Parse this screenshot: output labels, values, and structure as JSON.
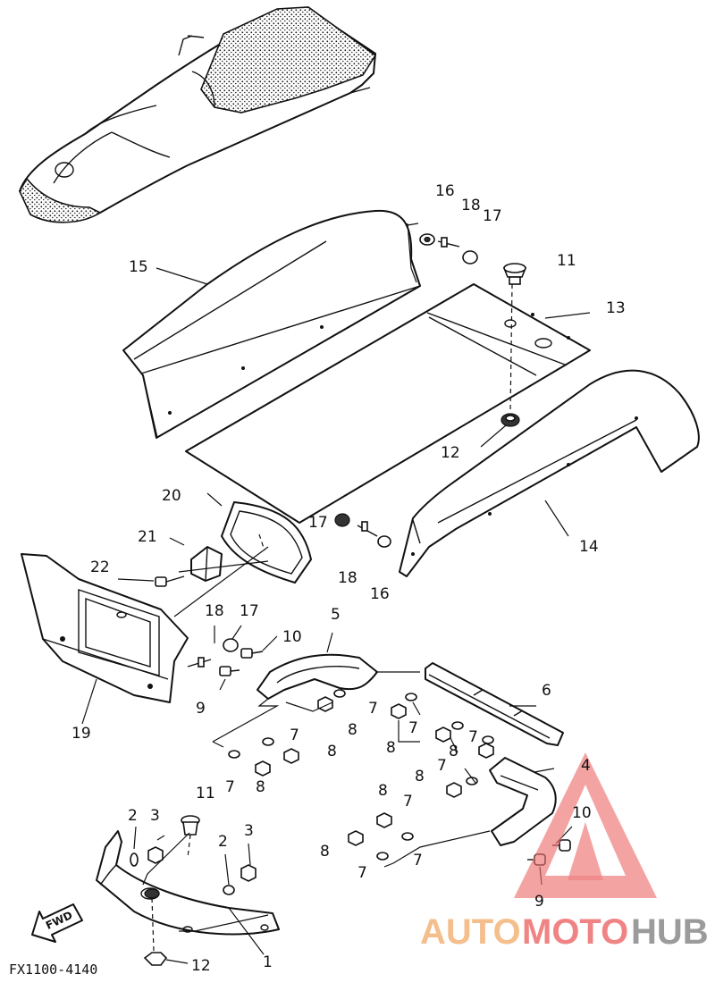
{
  "diagram": {
    "code": "FX1100-4140",
    "fwd_label": "FWD",
    "callouts": [
      {
        "id": "c16a",
        "label": "16"
      },
      {
        "id": "c18a",
        "label": "18"
      },
      {
        "id": "c17a",
        "label": "17"
      },
      {
        "id": "c15",
        "label": "15"
      },
      {
        "id": "c11a",
        "label": "11"
      },
      {
        "id": "c13",
        "label": "13"
      },
      {
        "id": "c12a",
        "label": "12"
      },
      {
        "id": "c14",
        "label": "14"
      },
      {
        "id": "c20",
        "label": "20"
      },
      {
        "id": "c21",
        "label": "21"
      },
      {
        "id": "c22",
        "label": "22"
      },
      {
        "id": "c17b",
        "label": "17"
      },
      {
        "id": "c18b",
        "label": "18"
      },
      {
        "id": "c16b",
        "label": "16"
      },
      {
        "id": "c18c",
        "label": "18"
      },
      {
        "id": "c17c",
        "label": "17"
      },
      {
        "id": "c10a",
        "label": "10"
      },
      {
        "id": "c5",
        "label": "5"
      },
      {
        "id": "c9a",
        "label": "9"
      },
      {
        "id": "c19",
        "label": "19"
      },
      {
        "id": "c7a",
        "label": "7"
      },
      {
        "id": "c8a",
        "label": "8"
      },
      {
        "id": "c6",
        "label": "6"
      },
      {
        "id": "c7b",
        "label": "7"
      },
      {
        "id": "c8b",
        "label": "8"
      },
      {
        "id": "c7c",
        "label": "7"
      },
      {
        "id": "c8c",
        "label": "8"
      },
      {
        "id": "c7d",
        "label": "7"
      },
      {
        "id": "c8d",
        "label": "8"
      },
      {
        "id": "c7e",
        "label": "7"
      },
      {
        "id": "c8e",
        "label": "8"
      },
      {
        "id": "c7f",
        "label": "7"
      },
      {
        "id": "c4",
        "label": "4"
      },
      {
        "id": "c8f",
        "label": "8"
      },
      {
        "id": "c7g",
        "label": "7"
      },
      {
        "id": "c8g",
        "label": "8"
      },
      {
        "id": "c7h",
        "label": "7"
      },
      {
        "id": "c10b",
        "label": "10"
      },
      {
        "id": "c8h",
        "label": "8"
      },
      {
        "id": "c7i",
        "label": "7"
      },
      {
        "id": "c9b",
        "label": "9"
      },
      {
        "id": "c2a",
        "label": "2"
      },
      {
        "id": "c3a",
        "label": "3"
      },
      {
        "id": "c11b",
        "label": "11"
      },
      {
        "id": "c2b",
        "label": "2"
      },
      {
        "id": "c3b",
        "label": "3"
      },
      {
        "id": "c12b",
        "label": "12"
      },
      {
        "id": "c1",
        "label": "1"
      }
    ]
  },
  "watermark": {
    "part1": "AUTO",
    "part2": "MOTO",
    "part3": "HUB",
    "colors": {
      "auto": "#f3b57a",
      "moto": "#ee6f6f",
      "hub": "#8a8a8a",
      "triangle": "#ee6f6f"
    }
  }
}
